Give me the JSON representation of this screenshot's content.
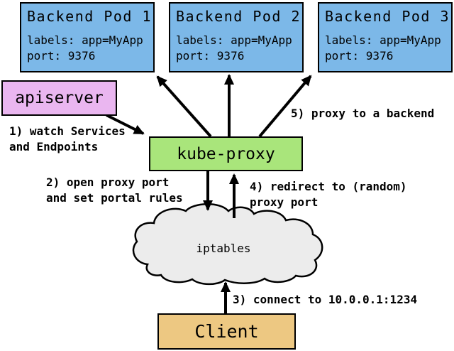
{
  "diagram": {
    "kind": "kubernetes-kube-proxy-userspace-flow",
    "nodes": {
      "pods": [
        {
          "title": "Backend Pod 1",
          "labels_line": "labels: app=MyApp",
          "port_line": "port: 9376"
        },
        {
          "title": "Backend Pod 2",
          "labels_line": "labels: app=MyApp",
          "port_line": "port: 9376"
        },
        {
          "title": "Backend Pod 3",
          "labels_line": "labels: app=MyApp",
          "port_line": "port: 9376"
        }
      ],
      "apiserver": "apiserver",
      "kube_proxy": "kube-proxy",
      "iptables": "iptables",
      "client": "Client"
    },
    "steps": {
      "step1": "1) watch Services\nand Endpoints",
      "step2": "2) open proxy port\nand set portal rules",
      "step3": "3) connect to 10.0.0.1:1234",
      "step4": "4) redirect to (random)\nproxy port",
      "step5": "5) proxy to a backend"
    },
    "colors": {
      "pod_fill": "#7cb8e8",
      "apiserver_fill": "#eab6f0",
      "kube_proxy_fill": "#a9e57b",
      "client_fill": "#edc882",
      "cloud_fill": "#ececec",
      "line_color": "#000000",
      "background": "#ffffff"
    }
  }
}
